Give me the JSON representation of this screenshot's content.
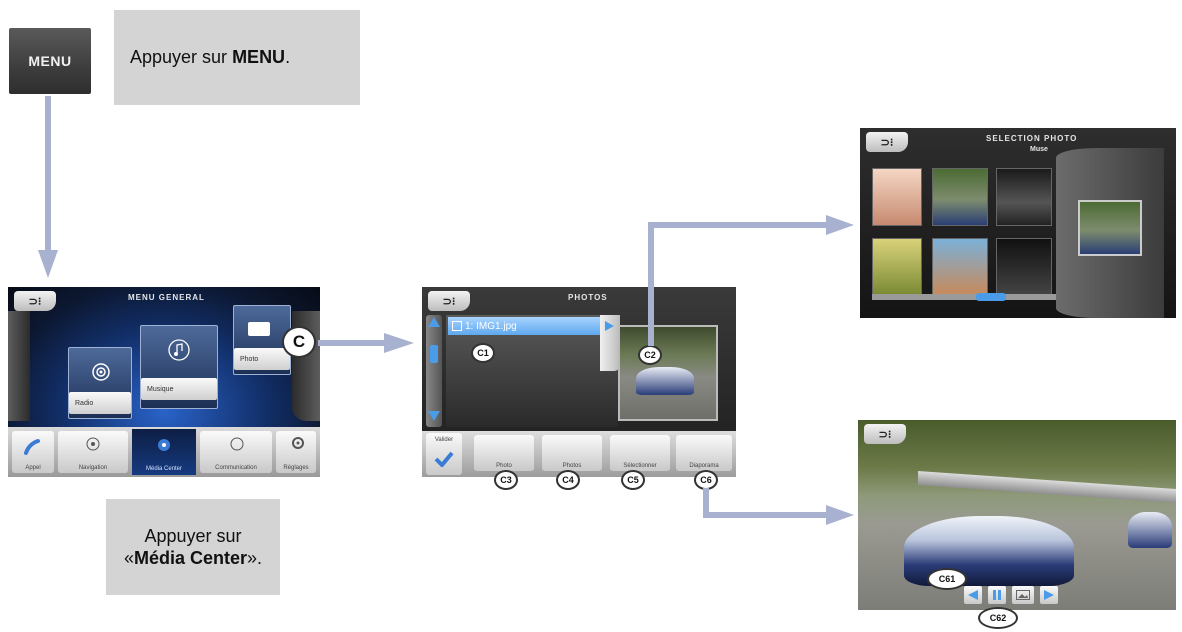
{
  "step1": {
    "button_label": "MENU",
    "text_pre": "Appuyer sur ",
    "text_bold": "MENU",
    "text_post": "."
  },
  "step2": {
    "text_pre": "Appuyer sur",
    "text_open": "«",
    "text_bold": "Média Center",
    "text_post": "»."
  },
  "menu_screen": {
    "title": "MENU GENERAL",
    "back": "⊃⁝",
    "tiles": {
      "radio": "Radio",
      "musique": "Musique",
      "photo": "Photo"
    },
    "bar": {
      "appel": "Appel",
      "navigation": "Navigation",
      "media_center": "Média Center",
      "communication": "Communication",
      "reglages": "Réglages"
    },
    "callout": "C"
  },
  "photos_screen": {
    "title": "PHOTOS",
    "back": "⊃⁝",
    "selected_item": "1: IMG1.jpg",
    "bar": {
      "valider": "Valider",
      "b1": "Photo",
      "b2": "Photos",
      "b3": "Sélectionner",
      "b4": "Diaporama"
    },
    "callouts": {
      "c1": "C1",
      "c2": "C2",
      "c3": "C3",
      "c4": "C4",
      "c5": "C5",
      "c6": "C6"
    }
  },
  "selection_screen": {
    "title": "SELECTION PHOTO",
    "subtitle": "Muse",
    "back": "⊃⁝"
  },
  "viewer_screen": {
    "back": "⊃⁝",
    "callouts": {
      "c61": "C61",
      "c62": "C62"
    }
  },
  "colors": {
    "connector": "#a9b1d1",
    "instruction_box": "#d4d4d4",
    "menu_glow": "#2a63c9"
  }
}
